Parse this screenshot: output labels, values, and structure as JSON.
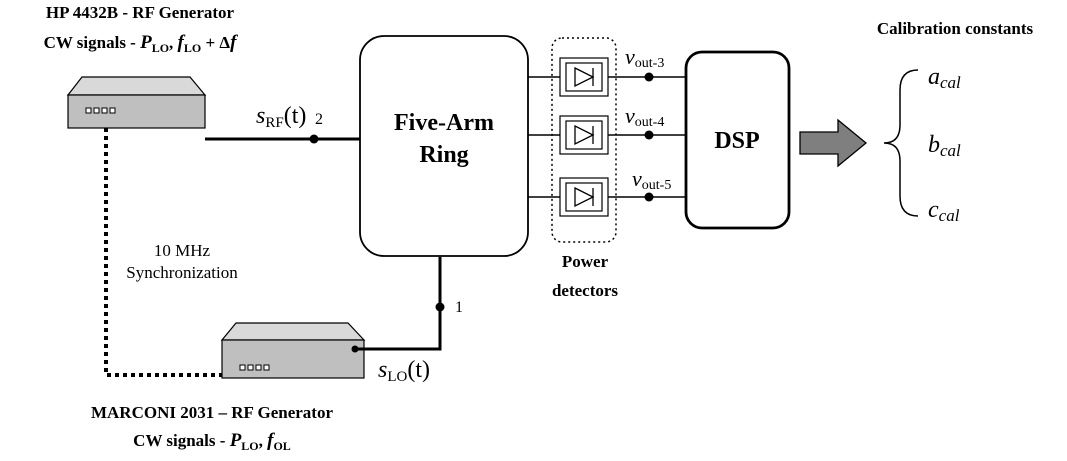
{
  "top_left_label": {
    "line1": "HP 4432B - RF Generator",
    "line2_prefix": "CW signals - ",
    "p_lo": "P",
    "p_lo_sub": "LO",
    "sep": ", ",
    "f_lo": "f",
    "f_lo_sub": "LO",
    "plus": " + Δ",
    "df": "f"
  },
  "bottom_label": {
    "line1": "MARCONI 2031 – RF Generator",
    "line2_prefix": "CW signals - ",
    "p_lo": "P",
    "p_lo_sub": "LO",
    "sep": ", ",
    "f_ol": "f",
    "f_ol_sub": "OL"
  },
  "ring": {
    "line1": "Five-Arm",
    "line2": "Ring"
  },
  "dsp": {
    "label": "DSP"
  },
  "signals": {
    "s_rf": {
      "s": "s",
      "sub": "RF",
      "arg": "(t)"
    },
    "s_lo": {
      "s": "s",
      "sub": "LO",
      "arg": "(t)"
    },
    "port_2": "2",
    "port_1": "1"
  },
  "outputs": [
    {
      "v": "v",
      "sub": "out-3"
    },
    {
      "v": "v",
      "sub": "out-4"
    },
    {
      "v": "v",
      "sub": "out-5"
    }
  ],
  "power_detectors": {
    "line1": "Power",
    "line2": "detectors"
  },
  "sync": {
    "line1": "10 MHz",
    "line2": "Synchronization"
  },
  "calibration": {
    "title": "Calibration constants",
    "constants": [
      {
        "sym": "a",
        "sub": "cal"
      },
      {
        "sym": "b",
        "sub": "cal"
      },
      {
        "sym": "c",
        "sub": "cal"
      }
    ]
  },
  "generator_buttons": "▫▫▫▫"
}
